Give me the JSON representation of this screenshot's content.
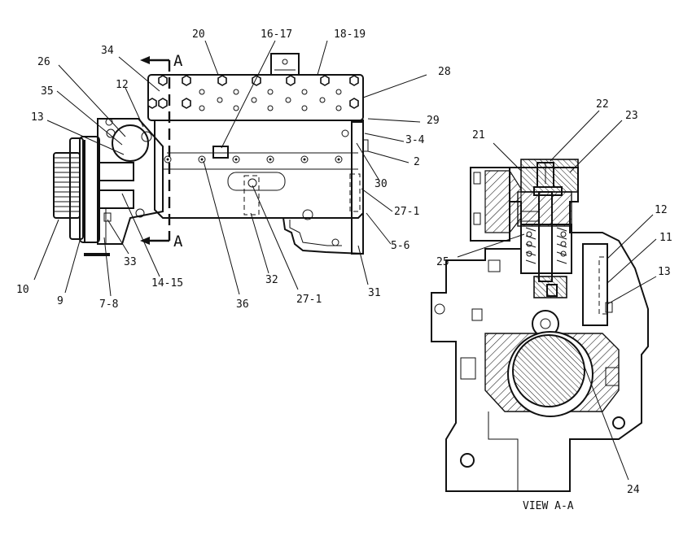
{
  "labels": [
    {
      "id": "20",
      "text": "20"
    },
    {
      "id": "16-17",
      "text": "16-17"
    },
    {
      "id": "18-19",
      "text": "18-19"
    },
    {
      "id": "34",
      "text": "34"
    },
    {
      "id": "26",
      "text": "26"
    },
    {
      "id": "28",
      "text": "28"
    },
    {
      "id": "35",
      "text": "35"
    },
    {
      "id": "12a",
      "text": "12"
    },
    {
      "id": "13a",
      "text": "13"
    },
    {
      "id": "29",
      "text": "29"
    },
    {
      "id": "3-4",
      "text": "3-4"
    },
    {
      "id": "2",
      "text": "2"
    },
    {
      "id": "30",
      "text": "30"
    },
    {
      "id": "27-1a",
      "text": "27-1"
    },
    {
      "id": "5-6",
      "text": "5-6"
    },
    {
      "id": "33",
      "text": "33"
    },
    {
      "id": "14-15",
      "text": "14-15"
    },
    {
      "id": "32",
      "text": "32"
    },
    {
      "id": "31",
      "text": "31"
    },
    {
      "id": "10",
      "text": "10"
    },
    {
      "id": "9",
      "text": "9"
    },
    {
      "id": "7-8",
      "text": "7-8"
    },
    {
      "id": "36",
      "text": "36"
    },
    {
      "id": "27-1b",
      "text": "27-1"
    },
    {
      "id": "22",
      "text": "22"
    },
    {
      "id": "23",
      "text": "23"
    },
    {
      "id": "21",
      "text": "21"
    },
    {
      "id": "12b",
      "text": "12"
    },
    {
      "id": "11",
      "text": "11"
    },
    {
      "id": "13b",
      "text": "13"
    },
    {
      "id": "25",
      "text": "25"
    },
    {
      "id": "24",
      "text": "24"
    }
  ],
  "section_markers": {
    "top": "A",
    "bottom": "A"
  },
  "caption": "VIEW A-A"
}
